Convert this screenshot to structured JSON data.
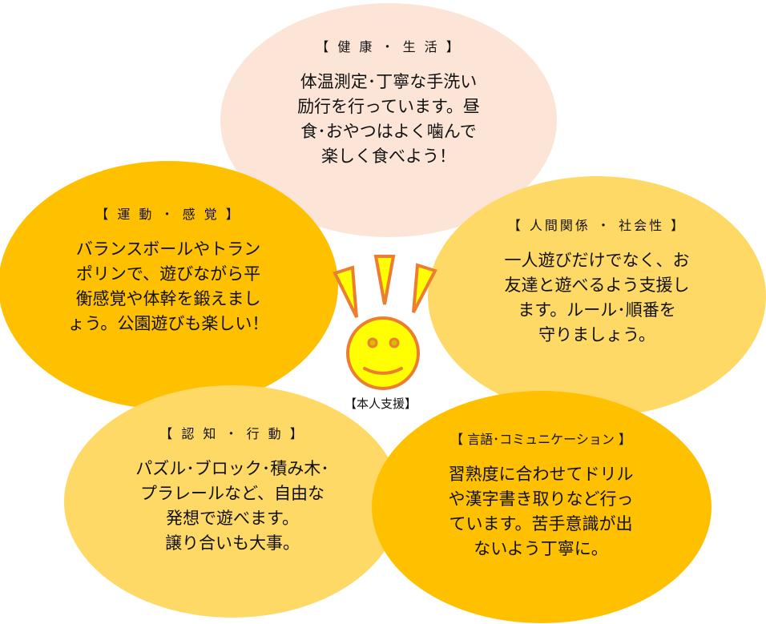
{
  "colors": {
    "peach": "#fce4d6",
    "orange": "#ffc000",
    "light_orange": "#ffd966",
    "face": "#ffff00",
    "outline": "#ed7d31"
  },
  "center": {
    "label": "【本人支援】",
    "icon": "smiley-face-icon"
  },
  "bubbles": {
    "health": {
      "title": "【 健 康 ・ 生 活 】",
      "lines": [
        "体温測定･丁寧な手洗い",
        "励行を行っています。昼",
        "食･おやつはよく噛んで",
        "楽しく食べよう！"
      ]
    },
    "motor": {
      "title": "【 運 動 ・ 感 覚 】",
      "lines": [
        "バランスボールやトラン",
        "ポリンで、遊びながら平",
        "衡感覚や体幹を鍛えまし",
        "ょう。公園遊びも楽しい！"
      ]
    },
    "social": {
      "title": "【 人間関係 ・ 社会性 】",
      "lines": [
        "一人遊びだけでなく、お",
        "友達と遊べるよう支援し",
        "ます。ルール･順番を",
        "守りましょう。"
      ]
    },
    "cognition": {
      "title": "【 認 知 ・ 行 動 】",
      "lines": [
        "パズル･ブロック･積み木･",
        "プラレールなど、自由な",
        "発想で遊べます。",
        "譲り合いも大事。"
      ]
    },
    "language": {
      "title": "【 言語･コミュニケーション 】",
      "lines": [
        "習熟度に合わせてドリル",
        "や漢字書き取りなど行っ",
        "ています。苦手意識が出",
        "ないよう丁寧に。"
      ]
    }
  }
}
